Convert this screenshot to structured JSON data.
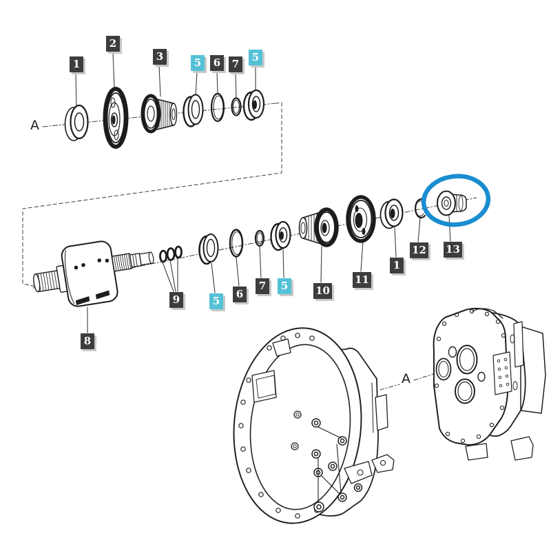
{
  "diagram": {
    "type": "exploded-parts-diagram",
    "subject": "tractor transmission gearbox assembly",
    "axis_labels": {
      "top": "A",
      "bottom": "A"
    },
    "highlight_color": "#1a8cd0",
    "highlighted_part": "13",
    "chip_colors": {
      "dark": "#3d3d3d",
      "cyan": "#54c1d6",
      "shadow": "#c9c9c9"
    },
    "line_color": "#1c1c1c",
    "labels": [
      {
        "text": "1",
        "variant": "dark"
      },
      {
        "text": "2",
        "variant": "dark"
      },
      {
        "text": "3",
        "variant": "dark"
      },
      {
        "text": "5",
        "variant": "cyan"
      },
      {
        "text": "6",
        "variant": "dark"
      },
      {
        "text": "7",
        "variant": "dark"
      },
      {
        "text": "5",
        "variant": "cyan"
      },
      {
        "text": "8",
        "variant": "dark"
      },
      {
        "text": "9",
        "variant": "dark"
      },
      {
        "text": "5",
        "variant": "cyan"
      },
      {
        "text": "6",
        "variant": "dark"
      },
      {
        "text": "7",
        "variant": "dark"
      },
      {
        "text": "5",
        "variant": "cyan"
      },
      {
        "text": "10",
        "variant": "dark"
      },
      {
        "text": "11",
        "variant": "dark"
      },
      {
        "text": "1",
        "variant": "dark"
      },
      {
        "text": "12",
        "variant": "dark"
      },
      {
        "text": "13",
        "variant": "dark"
      }
    ]
  }
}
